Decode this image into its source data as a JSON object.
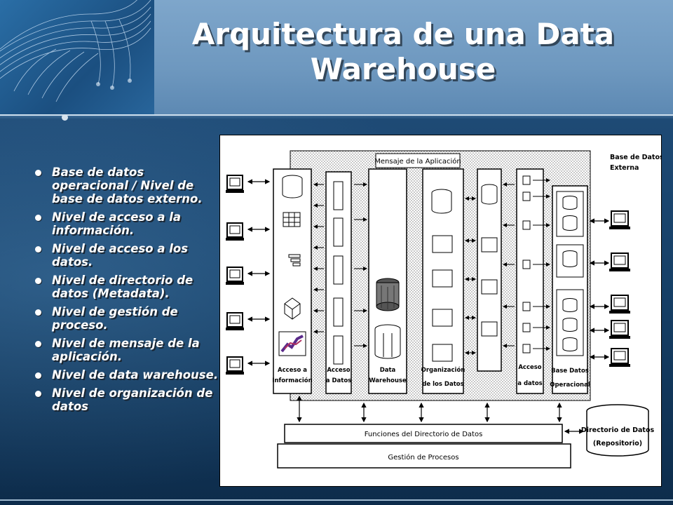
{
  "slide": {
    "title_line1": "Arquitectura de una Data",
    "title_line2": "Warehouse",
    "bullets": [
      "Base de datos operacional / Nivel de base de datos externo.",
      "Nivel de acceso a la información.",
      "Nivel de acceso a los datos.",
      "Nivel de directorio de datos (Metadata).",
      "Nivel de gestión de proceso.",
      "Nivel de mensaje de la aplicación.",
      "Nivel de data warehouse.",
      "Nivel de organización de datos"
    ]
  },
  "diagram": {
    "message_label": "Mensaje de la Aplicación",
    "external_db_line1": "Base de Datos",
    "external_db_line2": "Externa",
    "col_access_info": [
      "Acceso a",
      "Información"
    ],
    "col_access_data": [
      "Acceso",
      "a Datos"
    ],
    "col_warehouse": [
      "Data",
      "Warehouse"
    ],
    "col_organization": [
      "Organización",
      "de los Datos"
    ],
    "col_access_data2": [
      "Acceso",
      "a datos"
    ],
    "col_operational": [
      "Base Datos",
      "Operacional"
    ],
    "directory_functions": "Funciones del Directorio de Datos",
    "process_management": "Gestión de Procesos",
    "repository_line1": "Directorio de Datos",
    "repository_line2": "(Repositorio)"
  }
}
